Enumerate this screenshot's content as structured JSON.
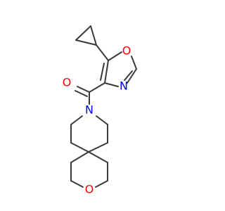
{
  "molecule": {
    "atoms": {
      "oxazole_o": "O",
      "oxazole_n": "N",
      "carbonyl_o": "O",
      "amide_n": "N",
      "ring_o": "O"
    },
    "colors": {
      "bond": "#3a3a3a",
      "oxygen": "#ff0000",
      "nitrogen": "#0000ff"
    }
  }
}
